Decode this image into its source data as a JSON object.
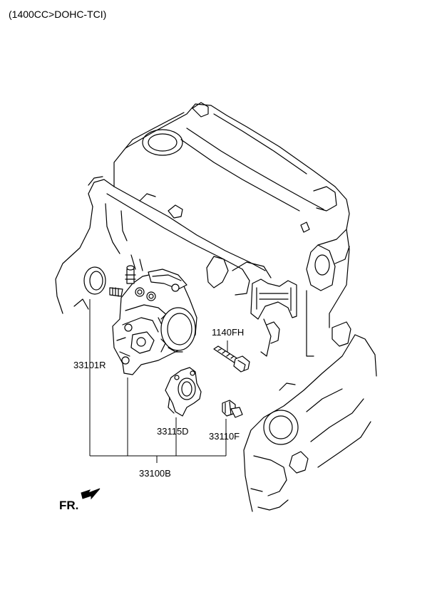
{
  "header": {
    "variant": "(1400CC>DOHC-TCI)"
  },
  "parts": {
    "p1140fh": "1140FH",
    "p33101r": "33101R",
    "p33115d": "33115D",
    "p33110f": "33110F",
    "p33100b": "33100B"
  },
  "direction": {
    "label": "FR."
  }
}
